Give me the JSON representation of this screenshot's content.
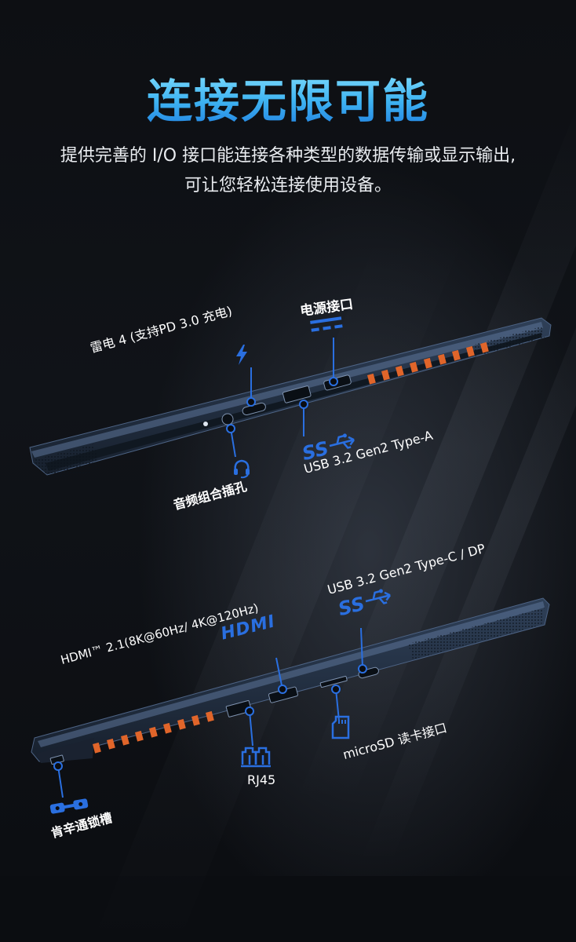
{
  "heading": {
    "title": "连接无限可能",
    "subtitle_line1": "提供完善的 I/O 接口能连接各种类型的数据传输或显示输出,",
    "subtitle_line2": "可让您轻松连接使用设备。"
  },
  "top_ports": {
    "power": "电源接口",
    "thunderbolt": "雷电 4 (支持PD 3.0 充电)",
    "usb_a": "USB 3.2 Gen2 Type-A",
    "audio": "音频组合插孔"
  },
  "bottom_ports": {
    "usb_c": "USB 3.2 Gen2 Type-C / DP",
    "hdmi": "HDMI™ 2.1(8K@60Hz/ 4K@120Hz)",
    "hdmi_logo": "HDMI",
    "rj45": "RJ45",
    "microsd": "microSD 读卡接口",
    "lock": "肯辛通锁槽"
  },
  "colors": {
    "accent": "#2a6fe0",
    "title_top": "#8fe6ff",
    "title_bottom": "#1f7fe0",
    "laptop_body": "#2c3c52",
    "vent": "#e0652a"
  },
  "icons": [
    "thunderbolt-icon",
    "power-dc-icon",
    "usb-ss-icon",
    "headset-icon",
    "hdmi-logo-icon",
    "rj45-icon",
    "microsd-icon",
    "kensington-lock-icon"
  ]
}
